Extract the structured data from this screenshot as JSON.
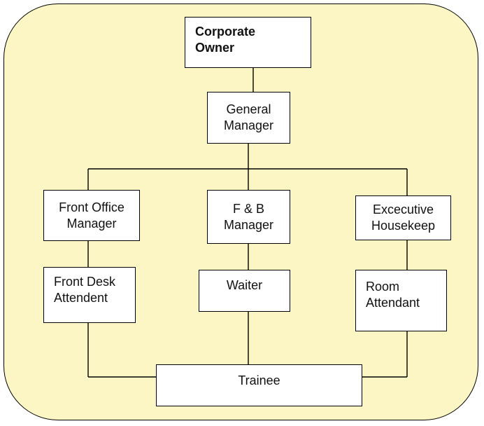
{
  "diagram": {
    "nodes": {
      "corporate_owner": "Corporate\nOwner",
      "general_manager": "General\nManager",
      "front_office_manager": "Front Office\nManager",
      "fb_manager": "F & B\nManager",
      "executive_housekeep": "Excecutive\nHousekeep",
      "front_desk_attendent": "Front Desk\nAttendent",
      "waiter": "Waiter",
      "room_attendant": "Room\nAttendant",
      "trainee": "Trainee"
    },
    "edges": [
      [
        "corporate_owner",
        "general_manager"
      ],
      [
        "general_manager",
        "front_office_manager"
      ],
      [
        "general_manager",
        "fb_manager"
      ],
      [
        "general_manager",
        "executive_housekeep"
      ],
      [
        "front_office_manager",
        "front_desk_attendent"
      ],
      [
        "fb_manager",
        "waiter"
      ],
      [
        "executive_housekeep",
        "room_attendant"
      ],
      [
        "front_desk_attendent",
        "trainee"
      ],
      [
        "waiter",
        "trainee"
      ],
      [
        "room_attendant",
        "trainee"
      ]
    ],
    "colors": {
      "background": "#fbf6c4",
      "box": "#ffffff",
      "line": "#000000"
    }
  }
}
